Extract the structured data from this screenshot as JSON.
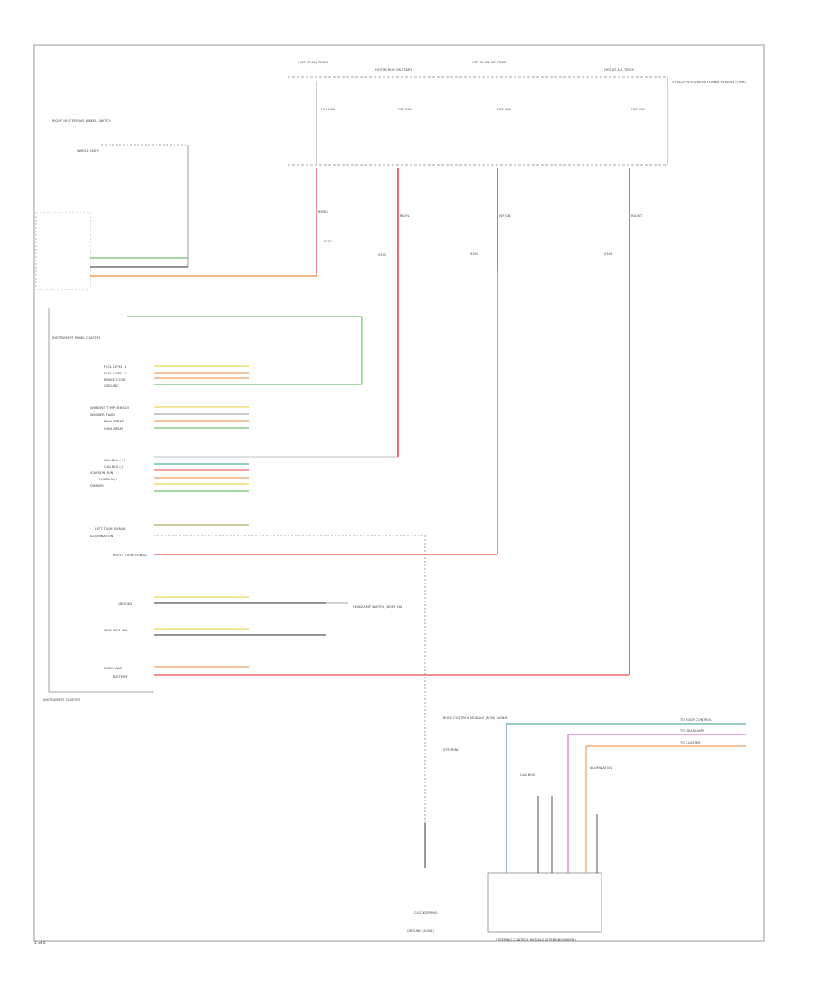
{
  "page_label": "1 of 2",
  "fuse_box": {
    "feeds": [
      "HOT AT ALL TIMES",
      "HOT IN RUN OR START",
      "HOT IN ON OR START",
      "HOT AT ALL TIMES"
    ],
    "fuses": [
      "F94 10A",
      "F33 10A",
      "F83 10A",
      "F36 10A"
    ],
    "label": "TOTALLY INTEGRATED POWER MODULE (TIPM)"
  },
  "wires": {
    "w1": "BR/BK",
    "w2": "RD/YL",
    "w3": "WT/GN",
    "w4": "RD/WT",
    "splice": [
      "S301",
      "S302",
      "S303",
      "S304"
    ]
  },
  "body_switch": {
    "label": "RIGHT IN STEERING WHEEL SWITCH",
    "line1": "WHEEL RIGHT"
  },
  "clockspring": {
    "label": "CLOCKSPRING"
  },
  "cluster": {
    "label": "INSTRUMENT CLUSTER",
    "connector_label": "INSTRUMENT PANEL CLUSTER"
  },
  "cluster_pins": [
    "FUEL LEVEL 1",
    "FUEL LEVEL 2",
    "BRAKE FLUID",
    "GROUND",
    "AMBIENT TEMP SENSOR",
    "WASHER FLUID",
    "PARK BRAKE",
    "HIGH BEAM",
    "CAN BUS (+)",
    "CAN BUS (-)",
    "IGNITION RUN",
    "FUSED B(+)",
    "DIMMER",
    "LEFT TURN SIGNAL",
    "ILLUMINATION",
    "RIGHT TURN SIGNAL",
    "GROUND",
    "SEAT BELT SW",
    "DOOR AJAR",
    "BATTERY"
  ],
  "right_module": {
    "label": "HEADLAMP SWITCH, BODY SW"
  },
  "bottom_module": {
    "label": "STEERING CONTROL MODULE (STEERING WHEEL)"
  },
  "ground_label": "GROUND (G301)",
  "bottom_labels": [
    "BODY CONTROL MODULE (BCM) SIGNAL",
    "STEERING",
    "CAN BUS",
    "ILLUMINATION"
  ],
  "right_wire_labels": [
    "TO BODY CONTROL",
    "TO HEADLAMP",
    "TO CLUSTER"
  ],
  "colors": {
    "red": "#f06a6a",
    "green": "#70c070",
    "orange": "#f0a060",
    "yellow": "#e8d85a",
    "olive": "#b0b060",
    "teal": "#5ab09a",
    "pink": "#e070d8",
    "blue": "#6080e0",
    "gray": "#888888",
    "dark": "#555555"
  }
}
